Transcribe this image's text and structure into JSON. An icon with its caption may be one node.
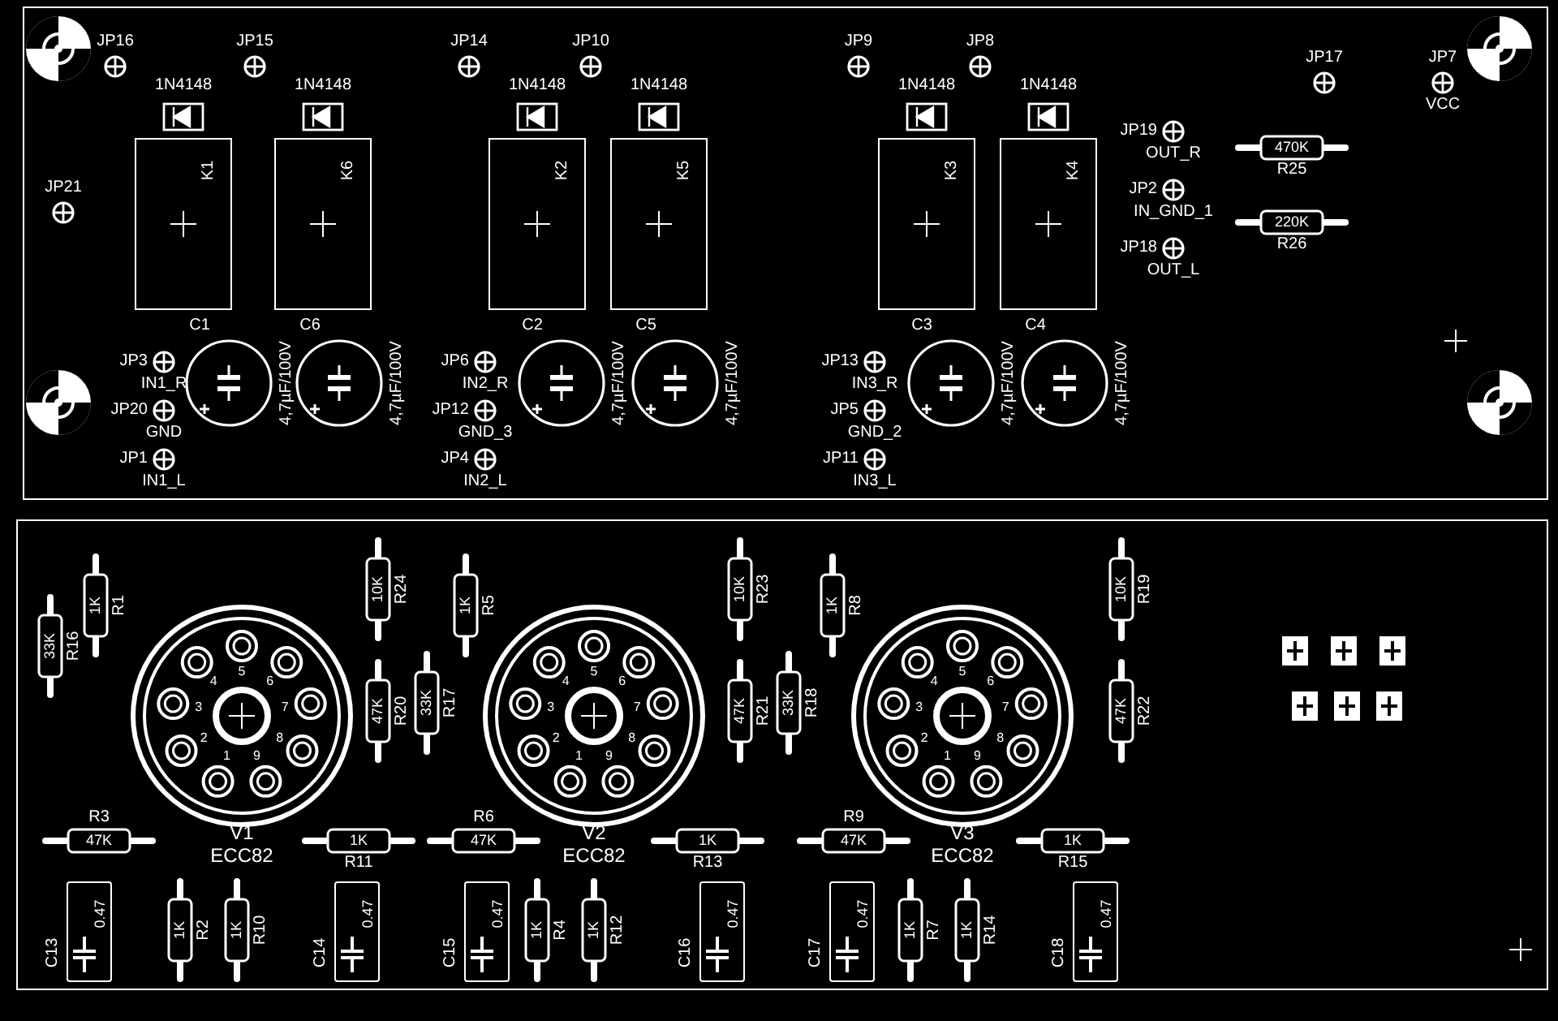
{
  "diagram": {
    "nodes": [
      {
        "text": [],
        "shape": "box"
      },
      {
        "text": [],
        "shape": "box"
      },
      {
        "text": [
          "JP16"
        ],
        "in": 0
      },
      {
        "text": [
          "JP15"
        ],
        "in": 0
      },
      {
        "text": [
          "JP14"
        ],
        "in": 0
      },
      {
        "text": [
          "JP10"
        ],
        "in": 0
      },
      {
        "text": [
          "JP9"
        ],
        "in": 0
      },
      {
        "text": [
          "JP8"
        ],
        "in": 0
      },
      {
        "text": [
          "JP21"
        ],
        "in": 0
      },
      {
        "text": [
          "JP17"
        ],
        "in": 0
      },
      {
        "text": [
          "JP7"
        ],
        "beside": [
          "VCC"
        ],
        "in": 0
      },
      {
        "text": [
          "JP19"
        ],
        "beside": [
          "OUT_R"
        ],
        "in": 0
      },
      {
        "text": [
          "JP2"
        ],
        "beside": [
          "IN_GND_1"
        ],
        "in": 0
      },
      {
        "text": [
          "JP18"
        ],
        "beside": [
          "OUT_L"
        ],
        "in": 0
      },
      {
        "text": [
          "1N4148"
        ],
        "in": 0
      },
      {
        "text": [
          "1N4148"
        ],
        "in": 0
      },
      {
        "text": [
          "1N4148"
        ],
        "in": 0
      },
      {
        "text": [
          "1N4148"
        ],
        "in": 0
      },
      {
        "text": [
          "1N4148"
        ],
        "in": 0
      },
      {
        "text": [
          "1N4148"
        ],
        "in": 0
      },
      {
        "text": [
          "K1"
        ],
        "in": 0
      },
      {
        "text": [
          "K6"
        ],
        "in": 0
      },
      {
        "text": [
          "K2"
        ],
        "in": 0
      },
      {
        "text": [
          "K5"
        ],
        "in": 0
      },
      {
        "text": [
          "K3"
        ],
        "in": 0
      },
      {
        "text": [
          "K4"
        ],
        "in": 0
      },
      {
        "text": [
          "C1",
          "4,7µF/100V"
        ],
        "in": 0
      },
      {
        "text": [
          "C6",
          "4,7µF/100V"
        ],
        "in": 0
      },
      {
        "text": [
          "C2",
          "4,7µF/100V"
        ],
        "in": 0
      },
      {
        "text": [
          "C5",
          "4,7µF/100V"
        ],
        "in": 0
      },
      {
        "text": [
          "C3",
          "4,7µF/100V"
        ],
        "in": 0
      },
      {
        "text": [
          "C4",
          "4,7µF/100V"
        ],
        "in": 0
      },
      {
        "text": [
          "JP3"
        ],
        "beside": [
          "IN1_R"
        ],
        "in": 0
      },
      {
        "text": [
          "JP20"
        ],
        "beside": [
          "GND"
        ],
        "in": 0
      },
      {
        "text": [
          "JP1"
        ],
        "beside": [
          "IN1_L"
        ],
        "in": 0
      },
      {
        "text": [
          "JP6"
        ],
        "beside": [
          "IN2_R"
        ],
        "in": 0
      },
      {
        "text": [
          "JP12"
        ],
        "beside": [
          "GND_3"
        ],
        "in": 0
      },
      {
        "text": [
          "JP4"
        ],
        "beside": [
          "IN2_L"
        ],
        "in": 0
      },
      {
        "text": [
          "JP13"
        ],
        "beside": [
          "IN3_R"
        ],
        "in": 0
      },
      {
        "text": [
          "JP5"
        ],
        "beside": [
          "GND_2"
        ],
        "in": 0
      },
      {
        "text": [
          "JP11"
        ],
        "beside": [
          "IN3_L"
        ],
        "in": 0
      },
      {
        "text": [
          "470K",
          "R25"
        ],
        "in": 0
      },
      {
        "text": [
          "220K",
          "R26"
        ],
        "in": 0
      },
      {
        "text": [
          "V1",
          "ECC82"
        ],
        "in": 1
      },
      {
        "text": [
          "V2",
          "ECC82"
        ],
        "in": 1
      },
      {
        "text": [
          "V3",
          "ECC82"
        ],
        "in": 1
      },
      {
        "text": [
          "R16",
          "33K"
        ],
        "in": 1
      },
      {
        "text": [
          "R1",
          "1K"
        ],
        "in": 1
      },
      {
        "text": [
          "R24",
          "10K"
        ],
        "in": 1
      },
      {
        "text": [
          "R20",
          "47K"
        ],
        "in": 1
      },
      {
        "text": [
          "R17",
          "33K"
        ],
        "in": 1
      },
      {
        "text": [
          "R5",
          "1K"
        ],
        "in": 1
      },
      {
        "text": [
          "R23",
          "10K"
        ],
        "in": 1
      },
      {
        "text": [
          "R21",
          "47K"
        ],
        "in": 1
      },
      {
        "text": [
          "R18",
          "33K"
        ],
        "in": 1
      },
      {
        "text": [
          "R8",
          "1K"
        ],
        "in": 1
      },
      {
        "text": [
          "R19",
          "10K"
        ],
        "in": 1
      },
      {
        "text": [
          "R22",
          "47K"
        ],
        "in": 1
      },
      {
        "text": [
          "R3",
          "47K"
        ],
        "in": 1
      },
      {
        "text": [
          "1K",
          "R11"
        ],
        "in": 1
      },
      {
        "text": [
          "R6",
          "47K"
        ],
        "in": 1
      },
      {
        "text": [
          "1K",
          "R13"
        ],
        "in": 1
      },
      {
        "text": [
          "R9",
          "47K"
        ],
        "in": 1
      },
      {
        "text": [
          "1K",
          "R15"
        ],
        "in": 1
      },
      {
        "text": [
          "R2",
          "1K"
        ],
        "in": 1
      },
      {
        "text": [
          "R10",
          "1K"
        ],
        "in": 1
      },
      {
        "text": [
          "R4",
          "1K"
        ],
        "in": 1
      },
      {
        "text": [
          "R12",
          "1K"
        ],
        "in": 1
      },
      {
        "text": [
          "R7",
          "1K"
        ],
        "in": 1
      },
      {
        "text": [
          "R14",
          "1K"
        ],
        "in": 1
      },
      {
        "text": [
          "C13",
          "0.47"
        ],
        "in": 1
      },
      {
        "text": [
          "C14",
          "0.47"
        ],
        "in": 1
      },
      {
        "text": [
          "C15",
          "0.47"
        ],
        "in": 1
      },
      {
        "text": [
          "C16",
          "0.47"
        ],
        "in": 1
      },
      {
        "text": [
          "C17",
          "0.47"
        ],
        "in": 1
      },
      {
        "text": [
          "C18",
          "0.47"
        ],
        "in": 1
      }
    ],
    "labels": [
      "1",
      "2",
      "3",
      "4",
      "5",
      "6",
      "7",
      "8",
      "9",
      "1",
      "2",
      "3",
      "4",
      "5",
      "6",
      "7",
      "8",
      "9",
      "1",
      "2",
      "3",
      "4",
      "5",
      "6",
      "7",
      "8",
      "9"
    ]
  }
}
